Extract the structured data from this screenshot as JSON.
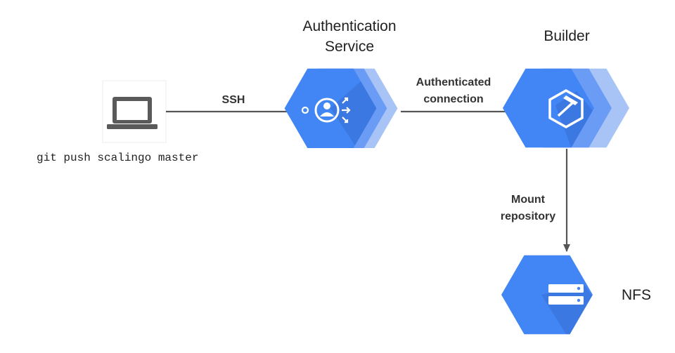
{
  "nodes": {
    "client": {
      "command": "git push scalingo master",
      "icon": "laptop-icon"
    },
    "auth_service": {
      "label_line1": "Authentication",
      "label_line2": "Service",
      "icon": "identity-aware-proxy-icon"
    },
    "builder": {
      "label": "Builder",
      "icon": "cloud-build-icon"
    },
    "nfs": {
      "label": "NFS",
      "icon": "filestore-icon"
    }
  },
  "edges": {
    "ssh": {
      "label": "SSH"
    },
    "authenticated": {
      "label_line1": "Authenticated",
      "label_line2": "connection"
    },
    "mount": {
      "label_line1": "Mount",
      "label_line2": "repository"
    }
  },
  "colors": {
    "hex_primary": "#4285f4",
    "hex_stack": "#6a9cf6",
    "hex_shadow": "#3469c9",
    "arrow": "#555555",
    "laptop": "#5a5a5a"
  }
}
